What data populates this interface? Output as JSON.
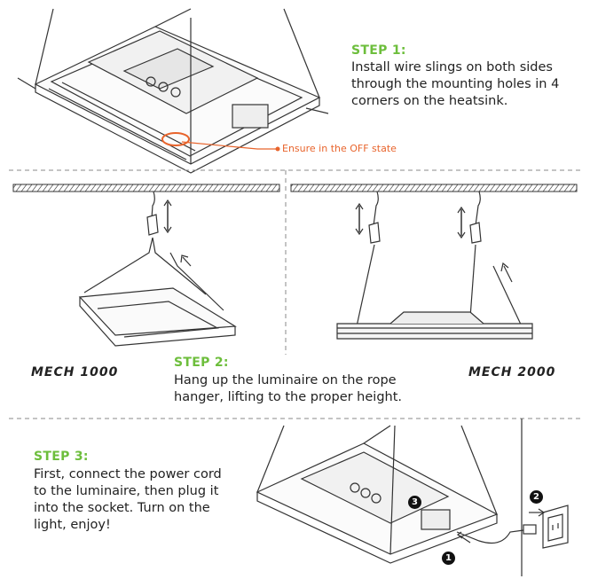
{
  "step1": {
    "title": "STEP 1:",
    "lines": [
      "Install wire slings on both sides",
      "through the mounting holes in 4",
      "corners on the heatsink."
    ],
    "callout": "Ensure in the OFF state"
  },
  "step2": {
    "title": "STEP 2:",
    "lines": [
      "Hang up the luminaire on the rope",
      "hanger, lifting to the proper height."
    ],
    "left_model": "MECH 1000",
    "right_model": "MECH 2000"
  },
  "step3": {
    "title": "STEP 3:",
    "lines": [
      "First, connect the power cord",
      "to the luminaire, then plug it",
      "into the socket. Turn on the",
      "light, enjoy!"
    ],
    "badges": [
      "1",
      "2",
      "3"
    ]
  },
  "colors": {
    "accent_green": "#6dbe3c",
    "callout_orange": "#e8642c",
    "line": "#333333",
    "divider": "#8a8a8a"
  }
}
